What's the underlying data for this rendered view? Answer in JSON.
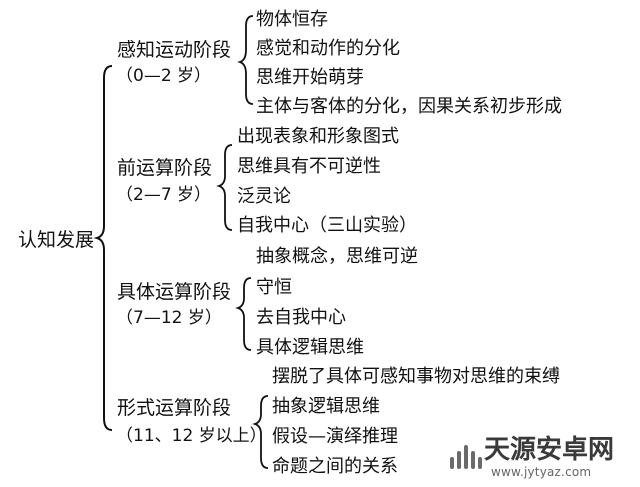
{
  "diagram": {
    "root": "认知发展",
    "stages": [
      {
        "title": "感知运动阶段",
        "range": "（0—2 岁）",
        "items": [
          "物体恒存",
          "感觉和动作的分化",
          "思维开始萌芽",
          "主体与客体的分化，因果关系初步形成"
        ]
      },
      {
        "title": "前运算阶段",
        "range": "（2—7 岁）",
        "items": [
          "出现表象和形象图式",
          "思维具有不可逆性",
          "泛灵论",
          "自我中心（三山实验）"
        ]
      },
      {
        "title": "具体运算阶段",
        "range": "（7—12 岁）",
        "items": [
          "抽象概念，思维可逆",
          "守恒",
          "去自我中心",
          "具体逻辑思维"
        ]
      },
      {
        "title": "形式运算阶段",
        "range": "（11、12 岁以上）",
        "items": [
          "摆脱了具体可感知事物对思维的束缚",
          "抽象逻辑思维",
          "假设—演绎推理",
          "命题之间的关系"
        ]
      }
    ]
  },
  "watermark": {
    "name": "天源安卓网",
    "url": "www.jytyaz.com"
  }
}
